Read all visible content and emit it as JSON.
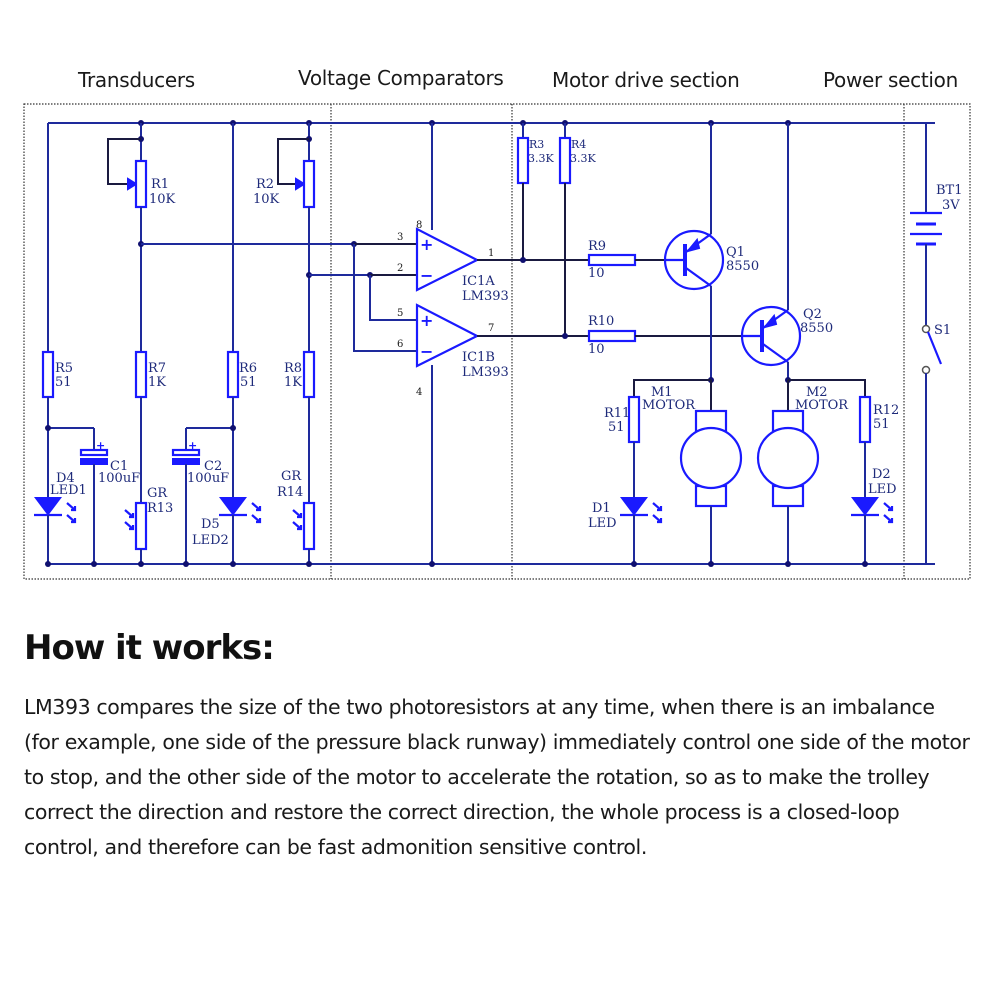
{
  "sections": {
    "transducers": "Transducers",
    "comparators": "Voltage Comparators",
    "motor_drive": "Motor drive section",
    "power": "Power section"
  },
  "components": {
    "R1": {
      "ref": "R1",
      "value": "10K"
    },
    "R2": {
      "ref": "R2",
      "value": "10K"
    },
    "R3": {
      "ref": "R3",
      "value": "3.3K"
    },
    "R4": {
      "ref": "R4",
      "value": "3.3K"
    },
    "R5": {
      "ref": "R5",
      "value": "51"
    },
    "R6": {
      "ref": "R6",
      "value": "51"
    },
    "R7": {
      "ref": "R7",
      "value": "1K"
    },
    "R8": {
      "ref": "R8",
      "value": "1K"
    },
    "R9": {
      "ref": "R9",
      "value": "10"
    },
    "R10": {
      "ref": "R10",
      "value": "10"
    },
    "R11": {
      "ref": "R11",
      "value": "51"
    },
    "R12": {
      "ref": "R12",
      "value": "51"
    },
    "R13": {
      "ref": "R13",
      "type": "GR"
    },
    "R14": {
      "ref": "R14",
      "type": "GR"
    },
    "C1": {
      "ref": "C1",
      "value": "100uF"
    },
    "C2": {
      "ref": "C2",
      "value": "100uF"
    },
    "D1": {
      "ref": "D1",
      "value": "LED"
    },
    "D2": {
      "ref": "D2",
      "value": "LED"
    },
    "D4": {
      "ref": "D4",
      "value": "LED1"
    },
    "D5": {
      "ref": "D5",
      "value": "LED2"
    },
    "IC1A": {
      "ref": "IC1A",
      "value": "LM393"
    },
    "IC1B": {
      "ref": "IC1B",
      "value": "LM393"
    },
    "Q1": {
      "ref": "Q1",
      "value": "8550"
    },
    "Q2": {
      "ref": "Q2",
      "value": "8550"
    },
    "M1": {
      "ref": "M1",
      "value": "MOTOR"
    },
    "M2": {
      "ref": "M2",
      "value": "MOTOR"
    },
    "BT1": {
      "ref": "BT1",
      "value": "3V"
    },
    "S1": {
      "ref": "S1"
    }
  },
  "pins": {
    "p1": "1",
    "p2": "2",
    "p3": "3",
    "p4": "4",
    "p5": "5",
    "p6": "6",
    "p7": "7",
    "p8": "8"
  },
  "signs": {
    "plus": "+",
    "minus": "−"
  },
  "how_it_works": {
    "title": "How it works:",
    "body": "LM393 compares the size of the two photoresistors at any time, when there is an imbalance (for example, one side of the pressure black runway) immediately control one side of the motor to stop, and the other side of the motor to accelerate the rotation, so as to make the trolley correct the direction and restore the correct direction, the whole process is a closed-loop control, and therefore can be fast admonition sensitive control."
  }
}
